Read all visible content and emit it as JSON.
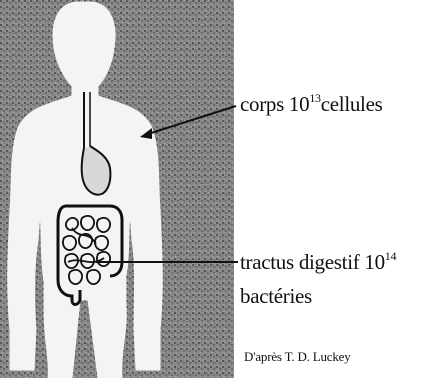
{
  "labels": {
    "body_text": "corps 10",
    "body_exponent": "13",
    "body_suffix": "cellules",
    "digestive_text": "tractus digestif 10",
    "digestive_exponent": "14",
    "digestive_line2": "bactéries",
    "source": "D'après T. D. Luckey"
  },
  "colors": {
    "background": "#ffffff",
    "speckle_fill": "#8a8a8a",
    "silhouette_fill": "#f4f4f4",
    "organ_stroke": "#111111",
    "text": "#111111"
  },
  "icons": {
    "body": "human-body-silhouette",
    "stomach": "stomach-icon",
    "intestines": "intestines-icon"
  }
}
